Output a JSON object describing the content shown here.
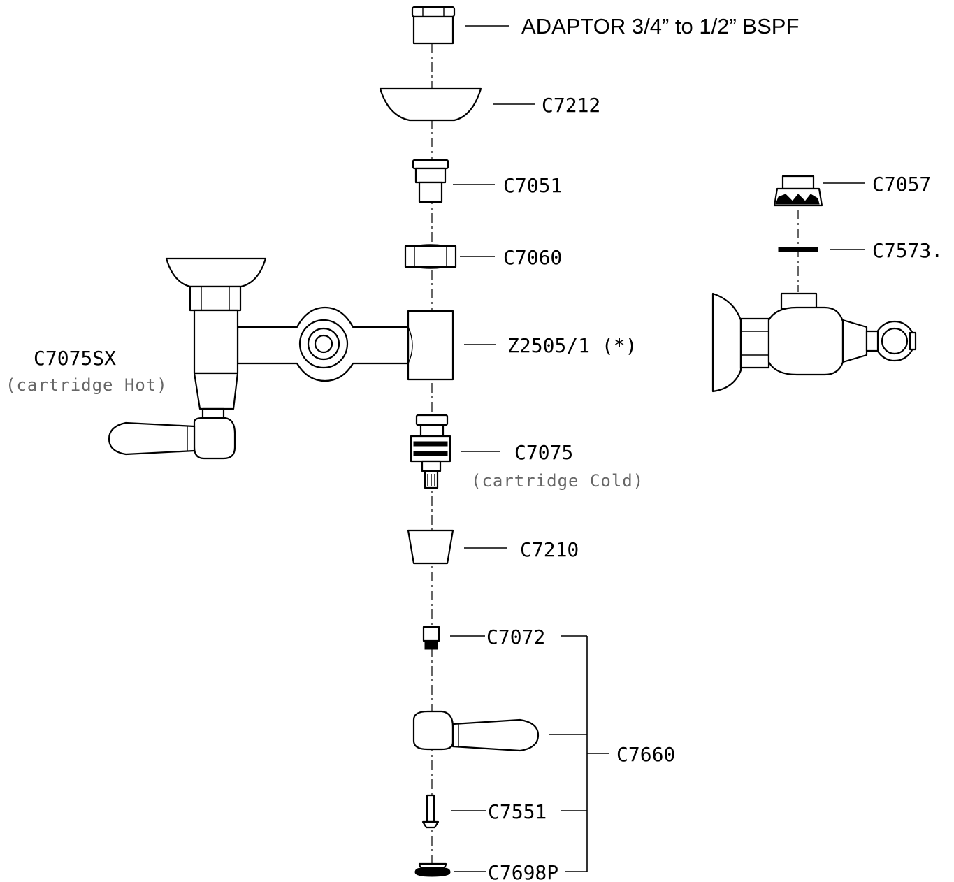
{
  "labels": {
    "adaptor": "ADAPTOR 3/4” to 1/2” BSPF",
    "c7212": "C7212",
    "c7051": "C7051",
    "c7060": "C7060",
    "z2505": "Z2505/1  (*)",
    "c7075": "C7075",
    "c7075_note": "(cartridge Cold)",
    "c7210": "C7210",
    "c7072": "C7072",
    "c7660": "C7660",
    "c7551": "C7551",
    "c7698p": "C7698P",
    "c7075sx": "C7075SX",
    "c7075sx_note": "(cartridge Hot)",
    "c7057": "C7057",
    "c7573": "C7573."
  },
  "colors": {
    "line": "#000000",
    "note_text": "#666666",
    "background": "#ffffff"
  }
}
